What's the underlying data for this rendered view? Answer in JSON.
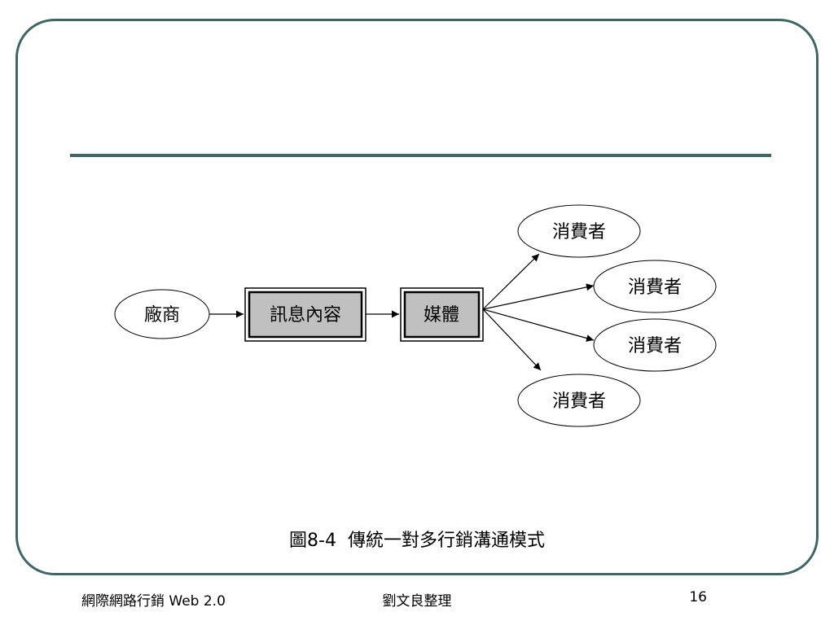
{
  "diagram": {
    "nodes": {
      "manufacturer": "廠商",
      "message": "訊息內容",
      "media": "媒體",
      "consumer_1": "消費者",
      "consumer_2": "消費者",
      "consumer_3": "消費者",
      "consumer_4": "消費者"
    },
    "caption": "圖8-4  傳統一對多行銷溝通模式"
  },
  "footer": {
    "left": "網際網路行銷 Web 2.0",
    "center": "劉文良整理",
    "page_number": "16"
  },
  "colors": {
    "frame": "#3d6665",
    "box_fill": "#c0c0c0"
  }
}
